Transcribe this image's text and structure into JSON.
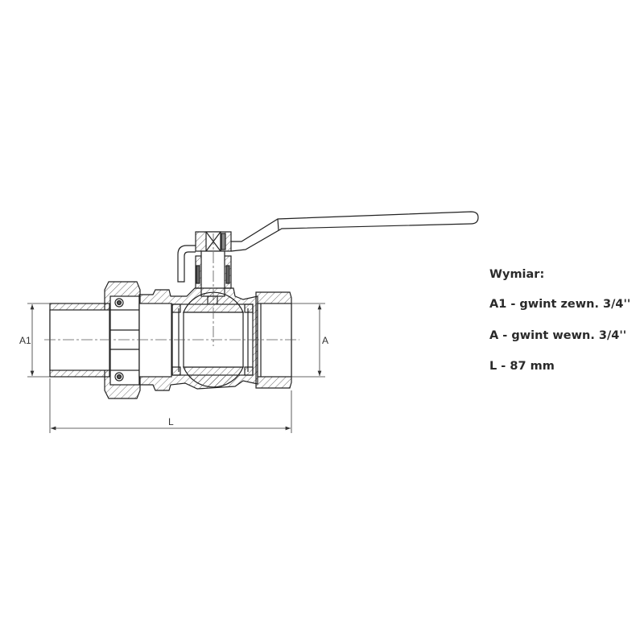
{
  "diagram": {
    "labels": {
      "a1": "A1",
      "a": "A",
      "l": "L"
    }
  },
  "specs": {
    "title": "Wymiar:",
    "items": [
      "A1 - gwint zewn. 3/4''",
      "A - gwint wewn. 3/4''",
      "L - 87 mm"
    ]
  }
}
